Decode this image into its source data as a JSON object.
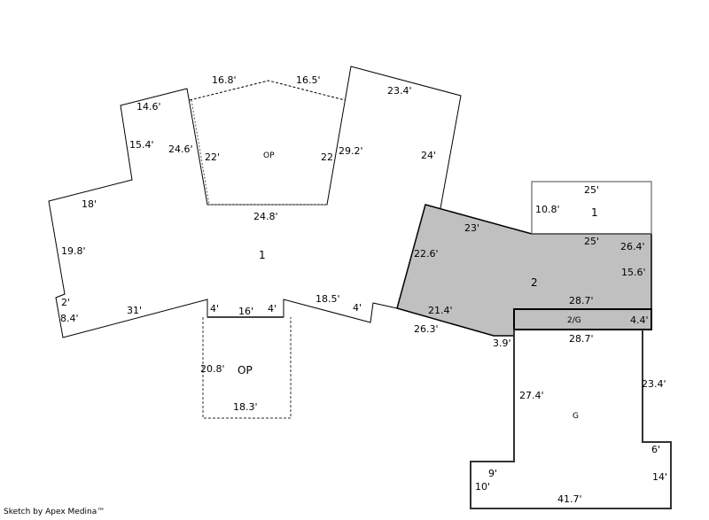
{
  "colors": {
    "shaded_area": "#c0c0c0",
    "line": "#000000",
    "dim_line": "#555555"
  },
  "areas": {
    "main": "1",
    "open_porch_top": "OP",
    "open_porch_bottom": "OP",
    "upper_right": "1",
    "second_floor": "2",
    "second_over_garage": "2/G",
    "garage": "G"
  },
  "dims": {
    "op_top_left": "16.8'",
    "op_top_right": "16.5'",
    "d14_6": "14.6'",
    "d15_4": "15.4'",
    "d24_6": "24.6'",
    "op_left": "22'",
    "op_right": "22",
    "d29_2": "29.2'",
    "d23_4_top": "23.4'",
    "d24": "24'",
    "d18": "18'",
    "d24_8": "24.8'",
    "d19_8": "19.8'",
    "d2": "2'",
    "d8_4": "8.4'",
    "d31": "31'",
    "d4a": "4'",
    "d16": "16'",
    "d4b": "4'",
    "d18_5": "18.5'",
    "d4c": "4'",
    "d20_8": "20.8'",
    "d18_3": "18.3'",
    "ur_top": "25'",
    "ur_left": "10.8'",
    "d23": "23'",
    "d22_6": "22.6'",
    "d25": "25'",
    "d26_4": "26.4'",
    "d15_6": "15.6'",
    "d28_7a": "28.7'",
    "d21_4": "21.4'",
    "d26_3": "26.3'",
    "d4_4": "4.4'",
    "d3_9": "3.9'",
    "d28_7b": "28.7'",
    "d27_4": "27.4'",
    "d23_4_g": "23.4'",
    "d6": "6'",
    "d9": "9'",
    "d10": "10'",
    "d14": "14'",
    "d41_7": "41.7'"
  },
  "footer": "Sketch by Apex Medina™"
}
